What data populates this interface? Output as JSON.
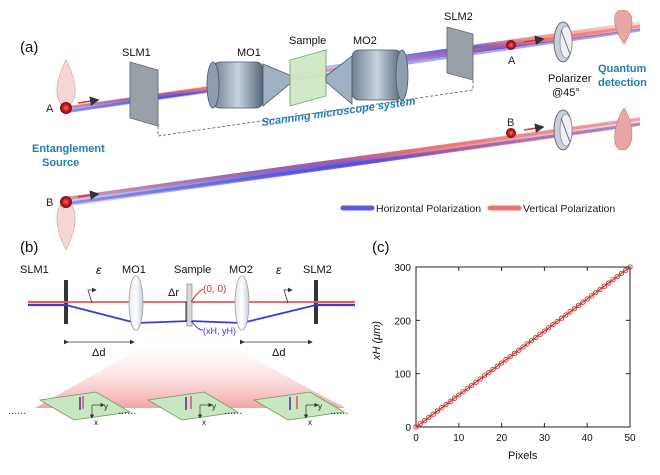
{
  "panel_a": {
    "label": "(a)",
    "slm1": "SLM1",
    "mo1": "MO1",
    "sample": "Sample",
    "mo2": "MO2",
    "slm2": "SLM2",
    "polarizer_line1": "Polarizer",
    "polarizer_line2": "@45°",
    "quantum_line1": "Quantum",
    "quantum_line2": "detection",
    "entanglement_line1": "Entanglement",
    "entanglement_line2": "Source",
    "scanning_system": "Scanning microscope system",
    "photon_a": "A",
    "photon_b": "B",
    "legend_horizontal": "Horizontal Polarization",
    "legend_vertical": "Vertical Polarization",
    "colors": {
      "horizontal": "#3b3bd6",
      "vertical": "#e8595b",
      "accent_text": "#1f7fb0"
    }
  },
  "panel_b": {
    "label": "(b)",
    "slm1": "SLM1",
    "mo1": "MO1",
    "sample": "Sample",
    "mo2": "MO2",
    "slm2": "SLM2",
    "epsilon": "ε",
    "delta_r": "Δr",
    "origin": "(0, 0)",
    "position": "(xH, yH)",
    "delta_d": "Δd",
    "axis_y": "y",
    "axis_x": "x",
    "dots": "......"
  },
  "panel_c": {
    "label": "(c)",
    "chart_data": {
      "type": "line",
      "xlabel": "Pixels",
      "ylabel": "xH (μm)",
      "xlim": [
        0,
        50
      ],
      "ylim": [
        0,
        300
      ],
      "xticks": [
        0,
        10,
        20,
        30,
        40,
        50
      ],
      "yticks": [
        0,
        100,
        200,
        300
      ],
      "grid": false,
      "series": [
        {
          "marker": "circle",
          "color": "#c0392b",
          "x": [
            0,
            1,
            2,
            3,
            4,
            5,
            6,
            7,
            8,
            9,
            10,
            11,
            12,
            13,
            14,
            15,
            16,
            17,
            18,
            19,
            20,
            21,
            22,
            23,
            24,
            25,
            26,
            27,
            28,
            29,
            30,
            31,
            32,
            33,
            34,
            35,
            36,
            37,
            38,
            39,
            40,
            41,
            42,
            43,
            44,
            45,
            46,
            47,
            48,
            49,
            50
          ],
          "y": [
            0,
            6,
            12,
            18,
            24,
            30,
            36,
            42,
            48,
            54,
            60,
            66,
            72,
            78,
            84,
            90,
            96,
            102,
            108,
            114,
            120,
            126,
            132,
            138,
            144,
            150,
            156,
            162,
            168,
            174,
            180,
            186,
            192,
            198,
            204,
            210,
            216,
            222,
            228,
            234,
            240,
            246,
            252,
            258,
            264,
            270,
            276,
            282,
            288,
            294,
            300
          ]
        }
      ]
    }
  }
}
